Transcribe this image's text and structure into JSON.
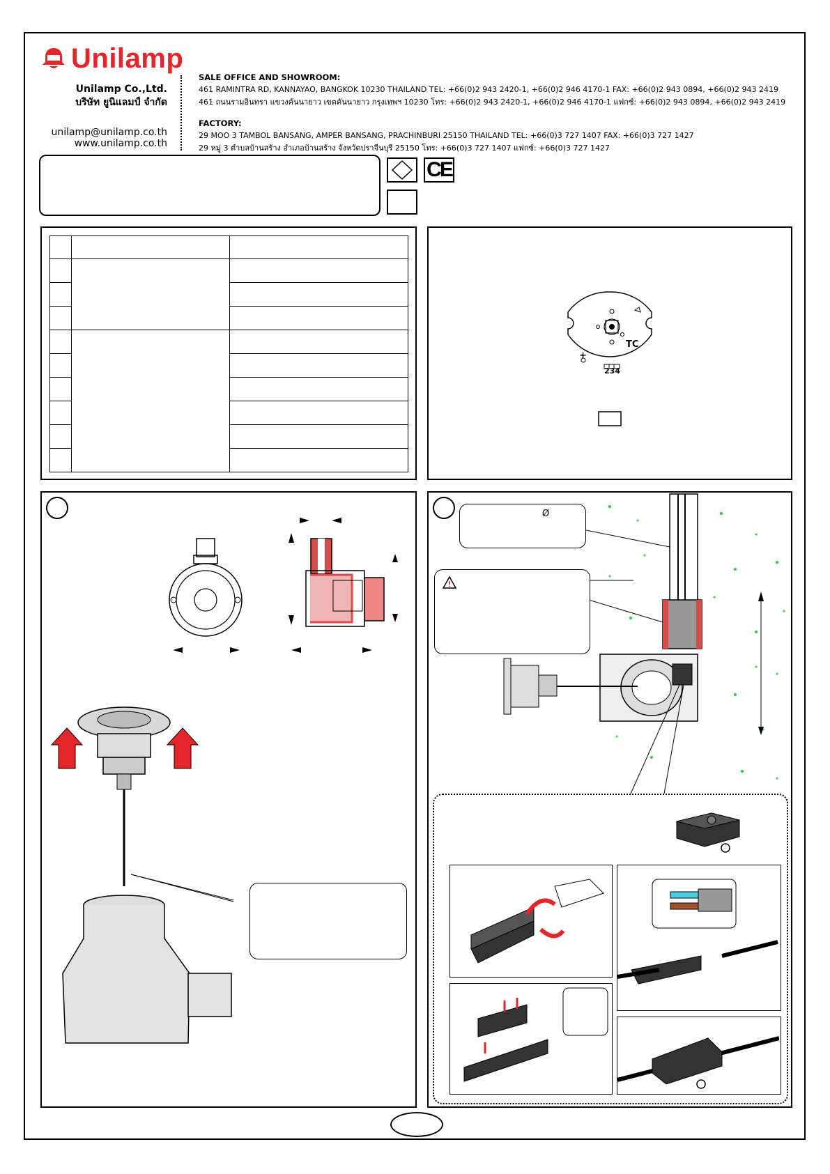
{
  "brand": {
    "name": "Unilamp",
    "color": "#e4262b",
    "logo_icon": "lamp-bell-icon"
  },
  "company": {
    "name_en": "Unilamp Co.,Ltd.",
    "name_th": "บริษัท ยูนิแลมป์ จำกัด",
    "email": "unilamp@unilamp.co.th",
    "website": "www.unilamp.co.th"
  },
  "sale_office": {
    "heading": "SALE OFFICE AND SHOWROOM:",
    "line_en": "461 RAMINTRA RD, KANNAYAO, BANGKOK 10230 THAILAND TEL: +66(0)2 943 2420-1, +66(0)2 946 4170-1 FAX: +66(0)2 943 0894, +66(0)2 943 2419",
    "line_th": "461 ถนนรามอินทรา แขวงคันนายาว เขตคันนายาว กรุงเทพฯ 10230 โทร: +66(0)2 943 2420-1, +66(0)2 946 4170-1 แฟกซ์: +66(0)2 943 0894, +66(0)2 943 2419"
  },
  "factory": {
    "heading": "FACTORY:",
    "line_en": "29 MOO 3 TAMBOL BANSANG, AMPER BANSANG, PRACHINBURI 25150 THAILAND TEL: +66(0)3 727 1407 FAX: +66(0)3 727 1427",
    "line_th": "29 หมู่ 3 ตำบลบ้านสร้าง อำเภอบ้านสร้าง จังหวัดปราจีนบุรี 25150 โทร: +66(0)3 727 1407 แฟกซ์: +66(0)3 727 1427"
  },
  "marks": {
    "ce": "CE",
    "diamond_icon": "diamond-mark-icon"
  },
  "board": {
    "label_tc": "TC",
    "label_code": "234",
    "label_plus": "+"
  },
  "step2": {
    "diameter_symbol": "Ø"
  }
}
